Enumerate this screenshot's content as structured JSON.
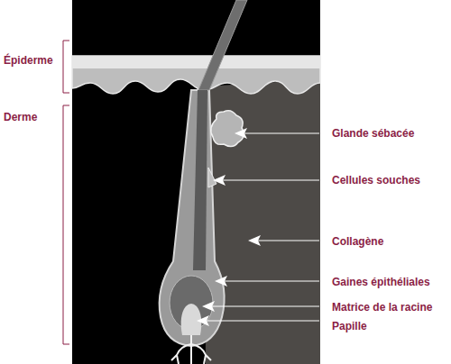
{
  "diagram": {
    "labels": [
      "Épiderme",
      "Derme",
      "Glande sébacée",
      "Cellules souches",
      "Collagène",
      "Gaines épithéliales",
      "Matrice de la racine",
      "Papille"
    ]
  }
}
